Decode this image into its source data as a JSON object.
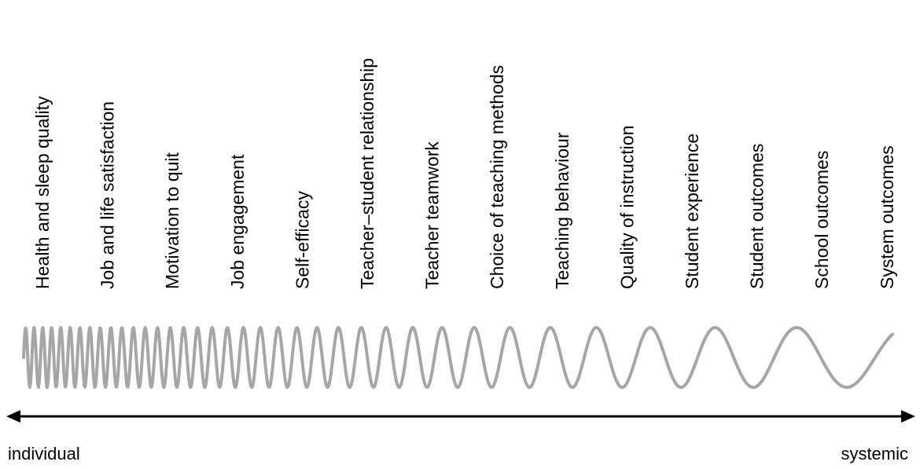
{
  "labels": [
    "Health and sleep quality",
    "Job and life satisfaction",
    "Motivation to quit",
    "Job engagement",
    "Self-efficacy",
    "Teacher–student relationship",
    "Teacher teamwork",
    "Choice of teaching methods",
    "Teaching behaviour",
    "Quality of instruction",
    "Student experience",
    "Student outcomes",
    "School outcomes",
    "System outcomes"
  ],
  "axis": {
    "left_label": "individual",
    "right_label": "systemic"
  },
  "colors": {
    "wave": "#a6a6a6",
    "axis": "#000000",
    "text": "#000000"
  }
}
